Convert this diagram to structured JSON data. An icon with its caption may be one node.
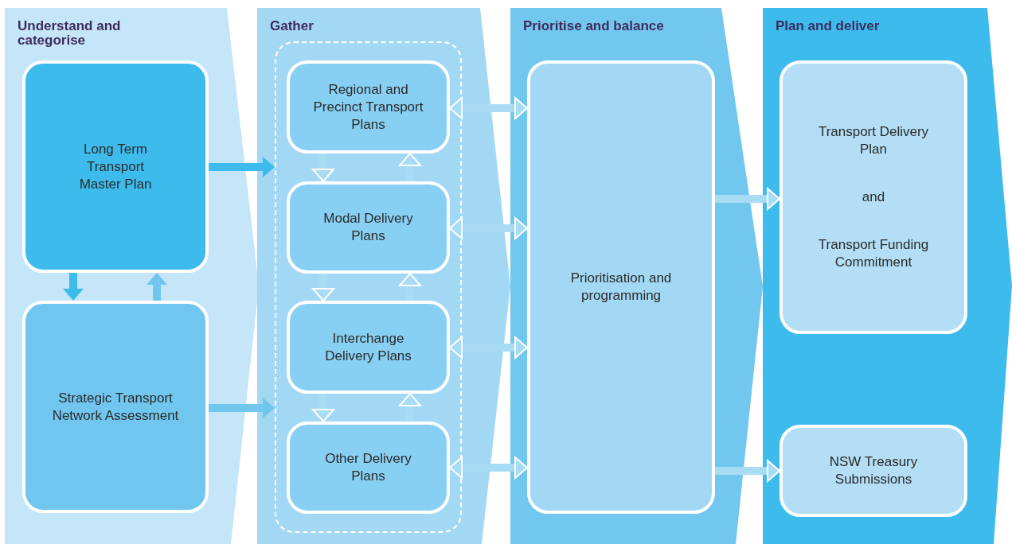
{
  "diagram": {
    "nodes": [
      {
        "text": [
          "Understand and categorise"
        ]
      },
      {
        "text": [
          "Long Term Transport Master Plan"
        ],
        "in": 0
      },
      {
        "text": [
          "Strategic Transport Network Assessment"
        ],
        "in": 0
      },
      {
        "text": [
          "Gather"
        ]
      },
      {
        "text": [],
        "shape": "box",
        "in": 3
      },
      {
        "text": [
          "Regional and Precinct Transport Plans"
        ],
        "in": 4
      },
      {
        "text": [
          "Modal Delivery Plans"
        ],
        "in": 4
      },
      {
        "text": [
          "Interchange Delivery Plans"
        ],
        "in": 4
      },
      {
        "text": [
          "Other Delivery Plans"
        ],
        "in": 4
      },
      {
        "text": [
          "Prioritise and balance"
        ]
      },
      {
        "text": [
          "Prioritisation and programming"
        ],
        "in": 9
      },
      {
        "text": [
          "Plan and deliver"
        ]
      },
      {
        "text": [
          "Transport Delivery Plan",
          "and",
          "Transport Funding Commitment"
        ],
        "in": 11
      },
      {
        "text": [
          "NSW Treasury Submissions"
        ],
        "in": 11
      }
    ],
    "edges": [
      {
        "from": 1,
        "to": 2,
        "arrow": "to",
        "color": "#3dbbec"
      },
      {
        "from": 2,
        "to": 1,
        "arrow": "to",
        "color": "#70c6ee"
      },
      {
        "from": 1,
        "to": 4,
        "arrow": "to",
        "color": "#3dbbec"
      },
      {
        "from": 2,
        "to": 4,
        "arrow": "to",
        "color": "#70c6ee"
      },
      {
        "from": 5,
        "to": 6,
        "arrow": "to"
      },
      {
        "from": 6,
        "to": 5,
        "arrow": "to"
      },
      {
        "from": 6,
        "to": 7,
        "arrow": "to"
      },
      {
        "from": 7,
        "to": 6,
        "arrow": "to"
      },
      {
        "from": 7,
        "to": 8,
        "arrow": "to"
      },
      {
        "from": 8,
        "to": 7,
        "arrow": "to"
      },
      {
        "from": 5,
        "to": 10,
        "arrow": "both"
      },
      {
        "from": 6,
        "to": 10,
        "arrow": "both"
      },
      {
        "from": 7,
        "to": 10,
        "arrow": "both"
      },
      {
        "from": 8,
        "to": 10,
        "arrow": "both"
      },
      {
        "from": 10,
        "to": 12,
        "arrow": "to"
      },
      {
        "from": 10,
        "to": 13,
        "arrow": "to"
      }
    ]
  }
}
